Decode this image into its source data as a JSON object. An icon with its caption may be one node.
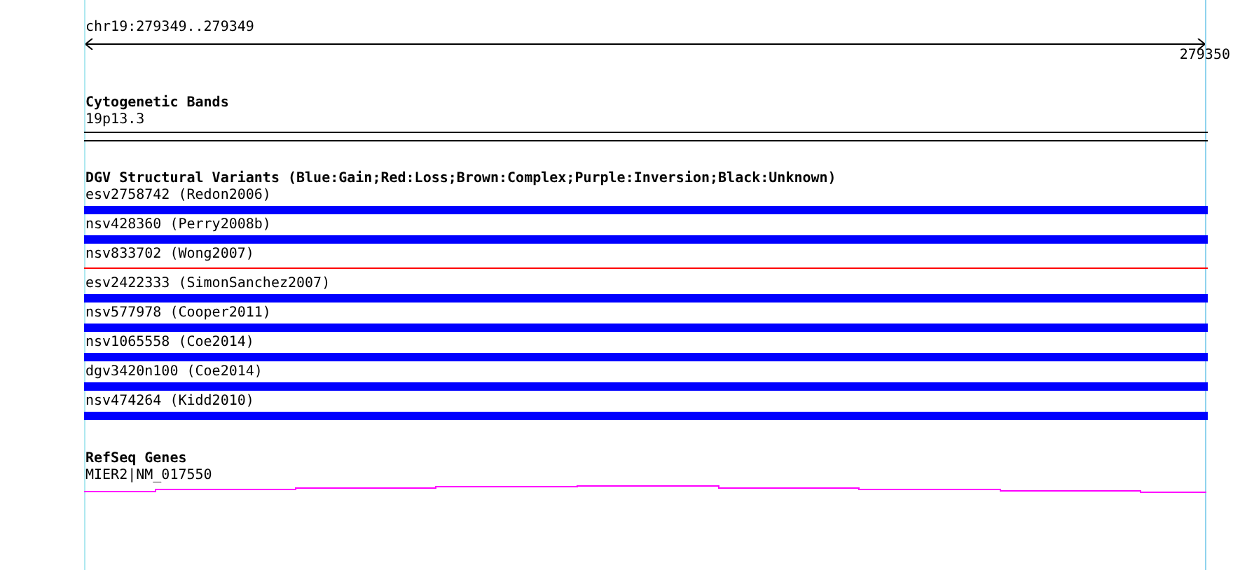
{
  "diagram": {
    "labels": [
      "chr19:279349..279349",
      "279350",
      "Cytogenetic Bands",
      "19p13.3",
      "DGV Structural Variants (Blue:Gain;Red:Loss;Brown:Complex;Purple:Inversion;Black:Unknown)",
      "esv2758742 (Redon2006)",
      "nsv428360 (Perry2008b)",
      "nsv833702 (Wong2007)",
      "esv2422333 (SimonSanchez2007)",
      "nsv577978 (Cooper2011)",
      "nsv1065558 (Coe2014)",
      "dgv3420n100 (Coe2014)",
      "nsv474264 (Kidd2010)",
      "RefSeq Genes",
      "MIER2|NM_017550"
    ]
  }
}
